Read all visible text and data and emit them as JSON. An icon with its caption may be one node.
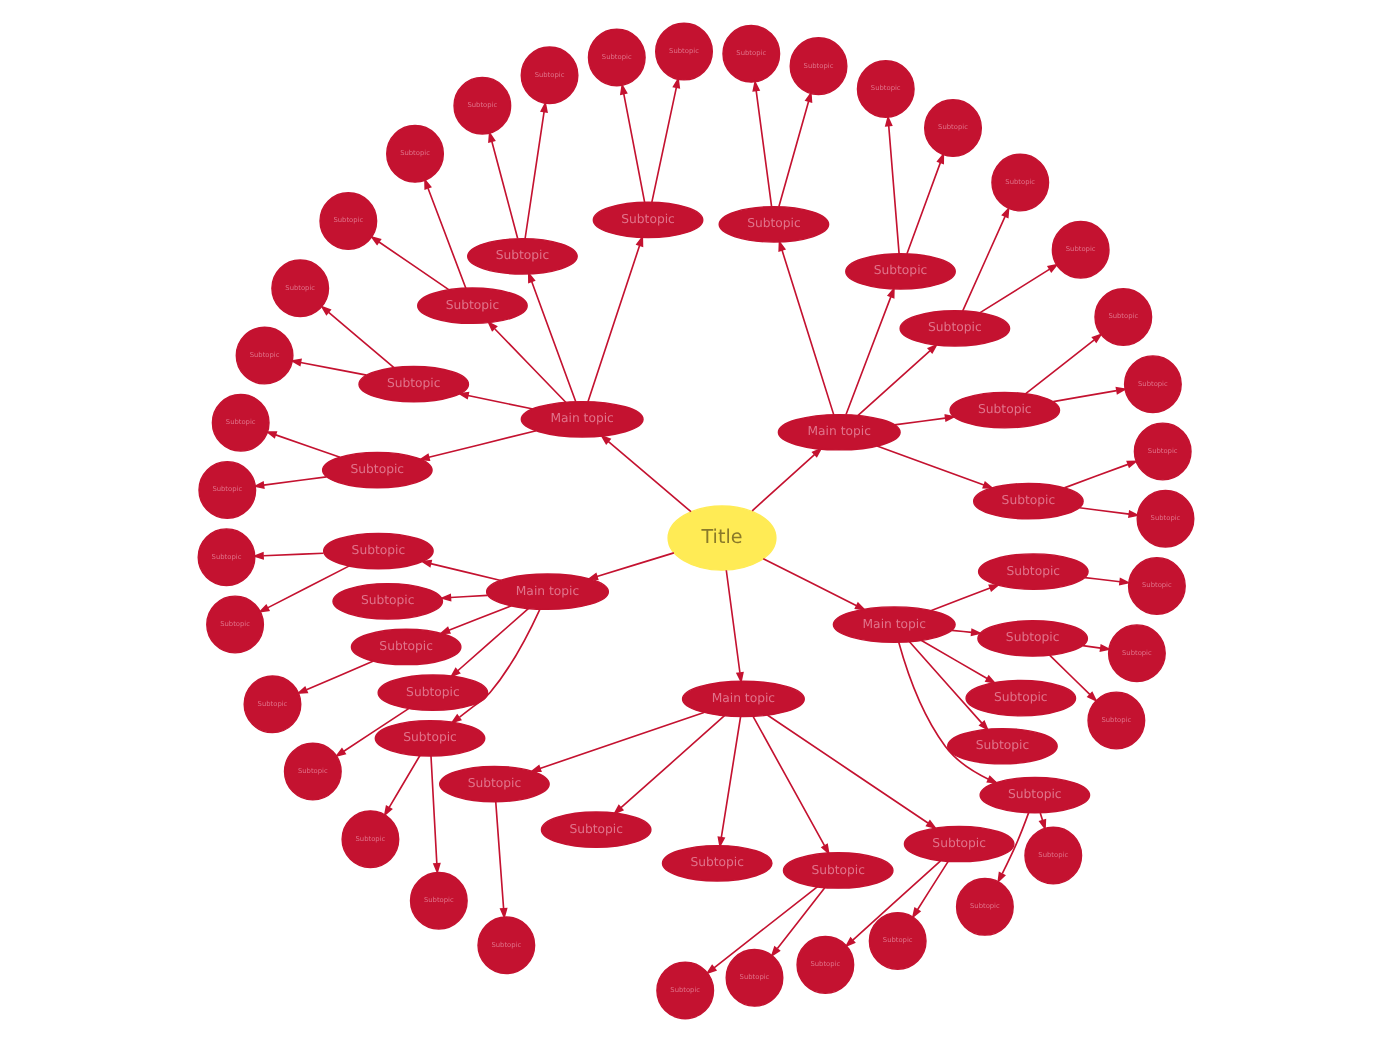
{
  "diagram": {
    "nodes": [
      {
        "text": [
          "Title"
        ]
      },
      {
        "text": [
          "Main topic"
        ]
      },
      {
        "text": [
          "Subtopic"
        ]
      },
      {
        "text": [
          "Subtopic"
        ]
      },
      {
        "text": [
          "Subtopic"
        ]
      },
      {
        "text": [
          "Subtopic"
        ]
      },
      {
        "text": [
          "Subtopic"
        ]
      },
      {
        "text": [
          "Subtopic"
        ]
      },
      {
        "text": [
          "Subtopic"
        ]
      },
      {
        "text": [
          "Subtopic"
        ]
      },
      {
        "text": [
          "Subtopic"
        ]
      },
      {
        "text": [
          "Subtopic"
        ]
      },
      {
        "text": [
          "Subtopic"
        ]
      },
      {
        "text": [
          "Subtopic"
        ]
      },
      {
        "text": [
          "Subtopic"
        ]
      },
      {
        "text": [
          "Subtopic"
        ]
      },
      {
        "text": [
          "Subtopic"
        ]
      },
      {
        "text": [
          "Main topic"
        ]
      },
      {
        "text": [
          "Subtopic"
        ]
      },
      {
        "text": [
          "Subtopic"
        ]
      },
      {
        "text": [
          "Subtopic"
        ]
      },
      {
        "text": [
          "Subtopic"
        ]
      },
      {
        "text": [
          "Subtopic"
        ]
      },
      {
        "text": [
          "Subtopic"
        ]
      },
      {
        "text": [
          "Subtopic"
        ]
      },
      {
        "text": [
          "Subtopic"
        ]
      },
      {
        "text": [
          "Subtopic"
        ]
      },
      {
        "text": [
          "Subtopic"
        ]
      },
      {
        "text": [
          "Subtopic"
        ]
      },
      {
        "text": [
          "Subtopic"
        ]
      },
      {
        "text": [
          "Subtopic"
        ]
      },
      {
        "text": [
          "Subtopic"
        ]
      },
      {
        "text": [
          "Subtopic"
        ]
      },
      {
        "text": [
          "Main topic"
        ]
      },
      {
        "text": [
          "Subtopic"
        ]
      },
      {
        "text": [
          "Subtopic"
        ]
      },
      {
        "text": [
          "Subtopic"
        ]
      },
      {
        "text": [
          "Subtopic"
        ]
      },
      {
        "text": [
          "Subtopic"
        ]
      },
      {
        "text": [
          "Subtopic"
        ]
      },
      {
        "text": [
          "Subtopic"
        ]
      },
      {
        "text": [
          "Subtopic"
        ]
      },
      {
        "text": [
          "Subtopic"
        ]
      },
      {
        "text": [
          "Subtopic"
        ]
      },
      {
        "text": [
          "Subtopic"
        ]
      },
      {
        "text": [
          "Main topic"
        ]
      },
      {
        "text": [
          "Subtopic"
        ]
      },
      {
        "text": [
          "Subtopic"
        ]
      },
      {
        "text": [
          "Subtopic"
        ]
      },
      {
        "text": [
          "Subtopic"
        ]
      },
      {
        "text": [
          "Subtopic"
        ]
      },
      {
        "text": [
          "Subtopic"
        ]
      },
      {
        "text": [
          "Subtopic"
        ]
      },
      {
        "text": [
          "Subtopic"
        ]
      },
      {
        "text": [
          "Subtopic"
        ]
      },
      {
        "text": [
          "Subtopic"
        ]
      },
      {
        "text": [
          "Main topic"
        ]
      },
      {
        "text": [
          "Subtopic"
        ]
      },
      {
        "text": [
          "Subtopic"
        ]
      },
      {
        "text": [
          "Subtopic"
        ]
      },
      {
        "text": [
          "Subtopic"
        ]
      },
      {
        "text": [
          "Subtopic"
        ]
      },
      {
        "text": [
          "Subtopic"
        ]
      },
      {
        "text": [
          "Subtopic"
        ]
      },
      {
        "text": [
          "Subtopic"
        ]
      },
      {
        "text": [
          "Subtopic"
        ]
      },
      {
        "text": [
          "Subtopic"
        ]
      }
    ],
    "edges": [
      {
        "from": 0,
        "to": 1,
        "arrow": "to"
      },
      {
        "from": 0,
        "to": 17,
        "arrow": "to"
      },
      {
        "from": 0,
        "to": 33,
        "arrow": "to"
      },
      {
        "from": 0,
        "to": 45,
        "arrow": "to"
      },
      {
        "from": 0,
        "to": 56,
        "arrow": "to"
      },
      {
        "from": 1,
        "to": 2,
        "arrow": "to"
      },
      {
        "from": 1,
        "to": 3,
        "arrow": "to"
      },
      {
        "from": 1,
        "to": 4,
        "arrow": "to"
      },
      {
        "from": 1,
        "to": 5,
        "arrow": "to"
      },
      {
        "from": 1,
        "to": 6,
        "arrow": "to"
      },
      {
        "from": 2,
        "to": 7,
        "arrow": "to"
      },
      {
        "from": 2,
        "to": 8,
        "arrow": "to"
      },
      {
        "from": 3,
        "to": 9,
        "arrow": "to"
      },
      {
        "from": 3,
        "to": 10,
        "arrow": "to"
      },
      {
        "from": 4,
        "to": 11,
        "arrow": "to"
      },
      {
        "from": 4,
        "to": 12,
        "arrow": "to"
      },
      {
        "from": 5,
        "to": 13,
        "arrow": "to"
      },
      {
        "from": 5,
        "to": 14,
        "arrow": "to"
      },
      {
        "from": 6,
        "to": 15,
        "arrow": "to"
      },
      {
        "from": 6,
        "to": 16,
        "arrow": "to"
      },
      {
        "from": 17,
        "to": 18,
        "arrow": "to"
      },
      {
        "from": 17,
        "to": 19,
        "arrow": "to"
      },
      {
        "from": 17,
        "to": 20,
        "arrow": "to"
      },
      {
        "from": 17,
        "to": 21,
        "arrow": "to"
      },
      {
        "from": 17,
        "to": 22,
        "arrow": "to"
      },
      {
        "from": 18,
        "to": 23,
        "arrow": "to"
      },
      {
        "from": 18,
        "to": 24,
        "arrow": "to"
      },
      {
        "from": 19,
        "to": 25,
        "arrow": "to"
      },
      {
        "from": 19,
        "to": 26,
        "arrow": "to"
      },
      {
        "from": 20,
        "to": 27,
        "arrow": "to"
      },
      {
        "from": 20,
        "to": 28,
        "arrow": "to"
      },
      {
        "from": 21,
        "to": 29,
        "arrow": "to"
      },
      {
        "from": 21,
        "to": 30,
        "arrow": "to"
      },
      {
        "from": 22,
        "to": 31,
        "arrow": "to"
      },
      {
        "from": 22,
        "to": 32,
        "arrow": "to"
      },
      {
        "from": 33,
        "to": 34,
        "arrow": "to"
      },
      {
        "from": 33,
        "to": 35,
        "arrow": "to"
      },
      {
        "from": 33,
        "to": 36,
        "arrow": "to"
      },
      {
        "from": 33,
        "to": 37,
        "arrow": "to"
      },
      {
        "from": 33,
        "to": 38,
        "arrow": "to"
      },
      {
        "from": 34,
        "to": 39,
        "arrow": "to"
      },
      {
        "from": 34,
        "to": 40,
        "arrow": "to"
      },
      {
        "from": 36,
        "to": 41,
        "arrow": "to"
      },
      {
        "from": 37,
        "to": 42,
        "arrow": "to"
      },
      {
        "from": 38,
        "to": 43,
        "arrow": "to"
      },
      {
        "from": 38,
        "to": 44,
        "arrow": "to"
      },
      {
        "from": 45,
        "to": 46,
        "arrow": "to"
      },
      {
        "from": 45,
        "to": 47,
        "arrow": "to"
      },
      {
        "from": 45,
        "to": 48,
        "arrow": "to"
      },
      {
        "from": 45,
        "to": 49,
        "arrow": "to"
      },
      {
        "from": 45,
        "to": 50,
        "arrow": "to"
      },
      {
        "from": 46,
        "to": 51,
        "arrow": "to"
      },
      {
        "from": 49,
        "to": 52,
        "arrow": "to"
      },
      {
        "from": 49,
        "to": 53,
        "arrow": "to"
      },
      {
        "from": 50,
        "to": 54,
        "arrow": "to"
      },
      {
        "from": 50,
        "to": 55,
        "arrow": "to"
      },
      {
        "from": 56,
        "to": 57,
        "arrow": "to"
      },
      {
        "from": 56,
        "to": 58,
        "arrow": "to"
      },
      {
        "from": 56,
        "to": 59,
        "arrow": "to"
      },
      {
        "from": 56,
        "to": 60,
        "arrow": "to"
      },
      {
        "from": 56,
        "to": 61,
        "arrow": "to"
      },
      {
        "from": 57,
        "to": 62,
        "arrow": "to"
      },
      {
        "from": 57,
        "to": 63,
        "arrow": "to"
      },
      {
        "from": 60,
        "to": 64,
        "arrow": "to"
      },
      {
        "from": 60,
        "to": 65,
        "arrow": "to"
      },
      {
        "from": 61,
        "to": 66,
        "arrow": "to"
      }
    ]
  }
}
